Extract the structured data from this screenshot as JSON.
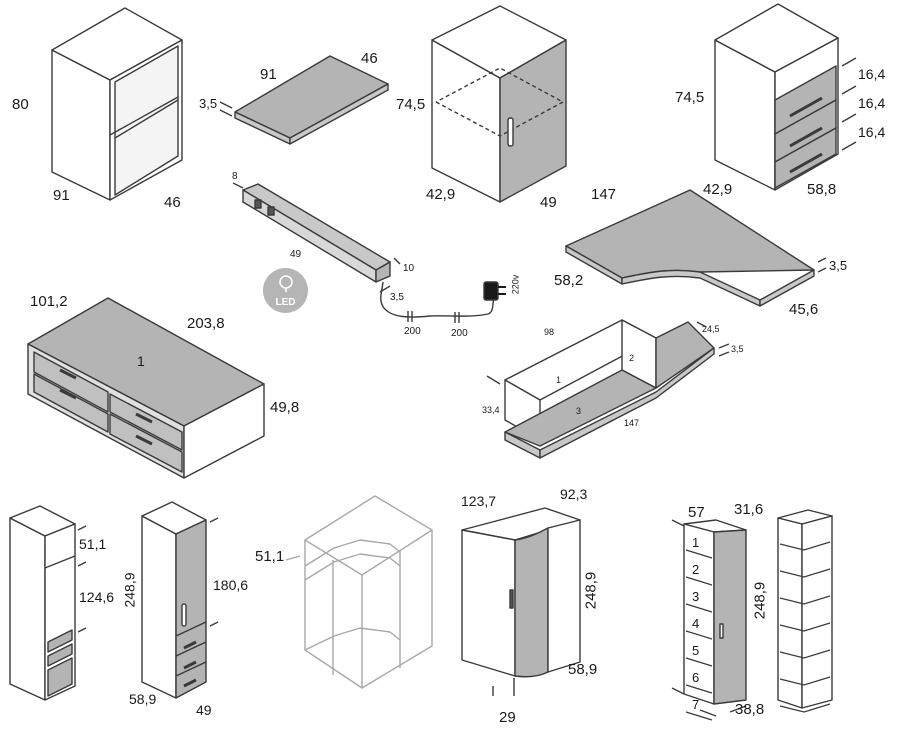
{
  "colors": {
    "panel_gray": "#b4b4b4",
    "line": "#3a3a3a",
    "light_line": "#a8a8a8",
    "white": "#ffffff"
  },
  "icons": [
    "led-icon",
    "power-adapter-icon"
  ],
  "modules": {
    "open_shelf": {
      "height": "80",
      "width": "91",
      "depth": "46"
    },
    "shelf_panel": {
      "width": "91",
      "depth": "46",
      "thickness": "3,5"
    },
    "door_cabinet": {
      "height": "74,5",
      "width": "42,9",
      "depth": "49"
    },
    "drawer_cabinet": {
      "height": "74,5",
      "width": "42,9",
      "depth": "58,8",
      "drawer_1": "16,4",
      "drawer_2": "16,4",
      "drawer_3": "16,4"
    },
    "led_bar": {
      "height": "8",
      "length": "49",
      "depth": "10",
      "thickness": "3,5",
      "cable_1": "200",
      "cable_2": "200",
      "voltage": "220v",
      "badge": "LED"
    },
    "corner_desk": {
      "length": "147",
      "depth_left": "58,2",
      "thickness": "3,5",
      "depth_right": "45,6"
    },
    "bed_base": {
      "width": "101,2",
      "length": "203,8",
      "height": "49,8",
      "label": "1"
    },
    "corner_shelf": {
      "length": "98",
      "depth_right": "24,5",
      "thickness": "3,5",
      "height": "33,4",
      "bottom_length": "147",
      "parts": [
        "1",
        "2",
        "3"
      ]
    },
    "tall_column_open": {
      "top": "51,1",
      "middle": "124,6"
    },
    "tall_column_door": {
      "height": "248,9",
      "door": "180,6",
      "width": "58,9",
      "depth": "49"
    },
    "corner_wardrobe_frame": {
      "top": "51,1"
    },
    "corner_wardrobe": {
      "width_left": "123,7",
      "width_right": "92,3",
      "height": "248,9",
      "depth": "58,9",
      "door_offset": "29"
    },
    "shelving_column": {
      "depth": "57",
      "width": "31,6",
      "height": "248,9",
      "base": "38,8",
      "shelves": [
        "1",
        "2",
        "3",
        "4",
        "5",
        "6",
        "7"
      ]
    }
  }
}
